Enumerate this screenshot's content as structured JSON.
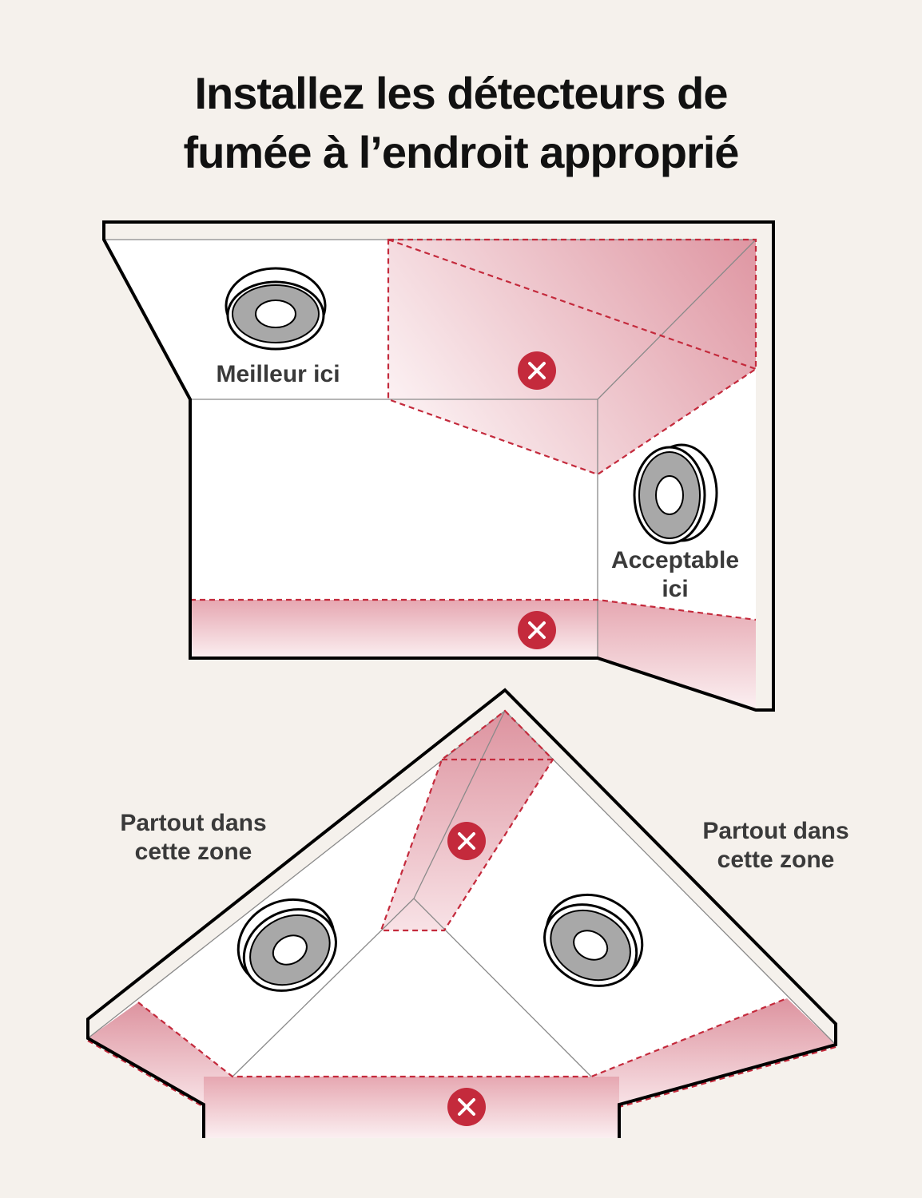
{
  "title": {
    "line1": "Installez les détecteurs de",
    "line2": "fumée à l’endroit approprié"
  },
  "labels": {
    "best": "Meilleur ici",
    "acceptable_line1": "Acceptable",
    "acceptable_line2": "ici",
    "zone_left_line1": "Partout dans",
    "zone_left_line2": "cette zone",
    "zone_right_line1": "Partout dans",
    "zone_right_line2": "cette zone"
  },
  "icons": {
    "avoid_marker": "x-circle-icon",
    "detector": "smoke-detector-icon"
  },
  "colors": {
    "background": "#f5f1ec",
    "avoid_red": "#c42a3c",
    "avoid_fill": "#e4a2ad",
    "detector_gray": "#a8a8a8"
  }
}
